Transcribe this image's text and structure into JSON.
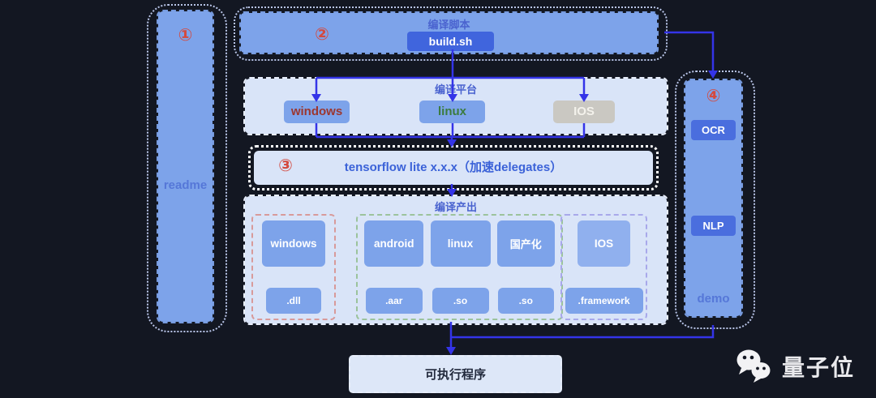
{
  "palette": {
    "background": "#131722",
    "box_blue": "#7da3ea",
    "button_blue": "#4065dd",
    "panel_light": "#d9e4f8",
    "arrow_blue": "#3434e8",
    "number_red": "#d44a3f",
    "windows_text_red": "#9c362e",
    "linux_text_green": "#3b7b3e",
    "ios_gray_box": "#cac8c2"
  },
  "readme_panel": {
    "number": "①",
    "label": "readme"
  },
  "script_panel": {
    "number": "②",
    "title": "编译脚本",
    "button": "build.sh"
  },
  "platform_panel": {
    "title": "编译平台",
    "items": [
      {
        "label": "windows"
      },
      {
        "label": "linux"
      },
      {
        "label": "IOS"
      }
    ]
  },
  "tflite_bar": {
    "number": "③",
    "label": "tensorflow lite x.x.x（加速delegates）"
  },
  "output_panel": {
    "title": "编译产出",
    "groups": [
      {
        "name": "windows",
        "columns": [
          {
            "platform": "windows",
            "artifact": ".dll"
          }
        ]
      },
      {
        "name": "linux-android",
        "columns": [
          {
            "platform": "android",
            "artifact": ".aar"
          },
          {
            "platform": "linux",
            "artifact": ".so"
          },
          {
            "platform": "国产化",
            "artifact": ".so"
          }
        ]
      },
      {
        "name": "ios",
        "columns": [
          {
            "platform": "IOS",
            "artifact": ".framework"
          }
        ]
      }
    ]
  },
  "apps_panel": {
    "number": "④",
    "buttons": [
      {
        "label": "OCR"
      },
      {
        "label": "NLP"
      }
    ],
    "label": "demo"
  },
  "executable_box": {
    "label": "可执行程序"
  },
  "watermark": {
    "label": "量子位",
    "icon": "wechat-icon"
  }
}
